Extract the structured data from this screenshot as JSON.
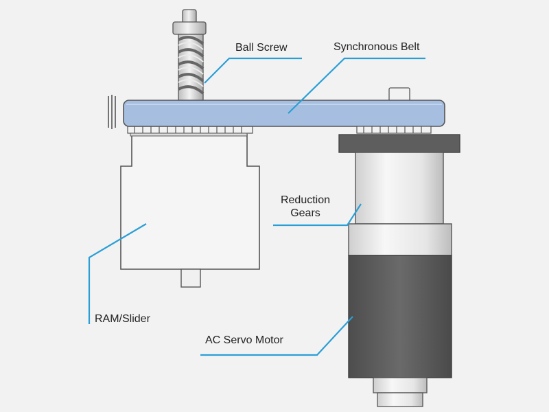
{
  "labels": {
    "ball_screw": "Ball Screw",
    "synchronous_belt": "Synchronous Belt",
    "reduction_gears_line1": "Reduction",
    "reduction_gears_line2": "Gears",
    "ram_slider": "RAM/Slider",
    "ac_servo_motor": "AC Servo Motor"
  },
  "colors": {
    "background": "#f2f2f2",
    "belt": "#a6bfe0",
    "leader_line": "#2a9fd6",
    "part_light": "#f5f5f5",
    "part_outline": "#555555",
    "motor_dark": "#5a5a5a",
    "text": "#222222"
  }
}
